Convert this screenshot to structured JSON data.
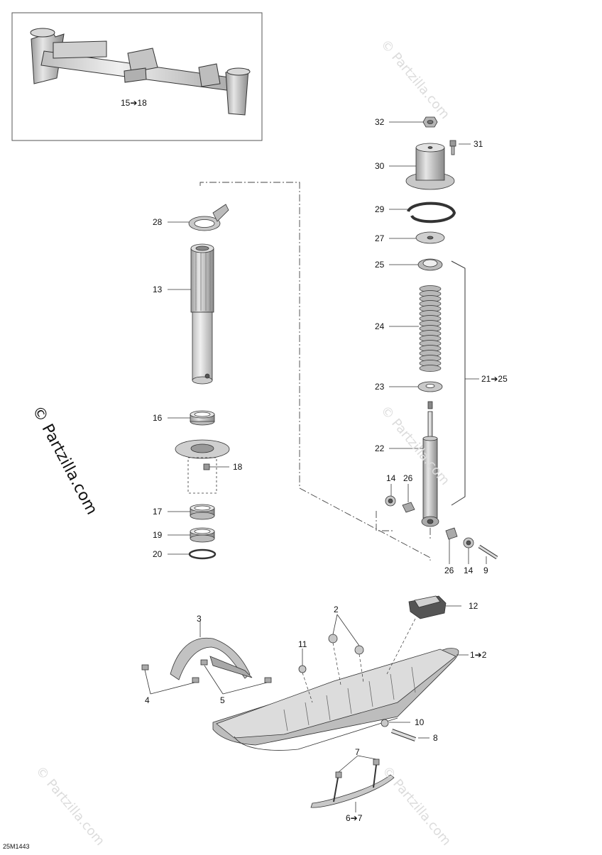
{
  "watermark": {
    "main": "© Partzilla.com",
    "faint": "© Partzilla.com"
  },
  "drawing_code": "25M1443",
  "callouts": {
    "c15_18": "15➔18",
    "c32": "32",
    "c31": "31",
    "c30": "30",
    "c29": "29",
    "c28": "28",
    "c27": "27",
    "c25": "25",
    "c13": "13",
    "c24": "24",
    "c21_25": "21➔25",
    "c23": "23",
    "c16": "16",
    "c22": "22",
    "c18": "18",
    "c14a": "14",
    "c26a": "26",
    "c17": "17",
    "c19": "19",
    "c20": "20",
    "c26b": "26",
    "c14b": "14",
    "c9": "9",
    "c12": "12",
    "c2": "2",
    "c3": "3",
    "c11": "11",
    "c1_2": "1➔2",
    "c4": "4",
    "c5": "5",
    "c10": "10",
    "c8": "8",
    "c7": "7",
    "c6_7": "6➔7"
  },
  "colors": {
    "line": "#222222",
    "part_fill": "#d4d4d4",
    "part_dark": "#9a9a9a",
    "watermark": "#dcdcdc"
  }
}
